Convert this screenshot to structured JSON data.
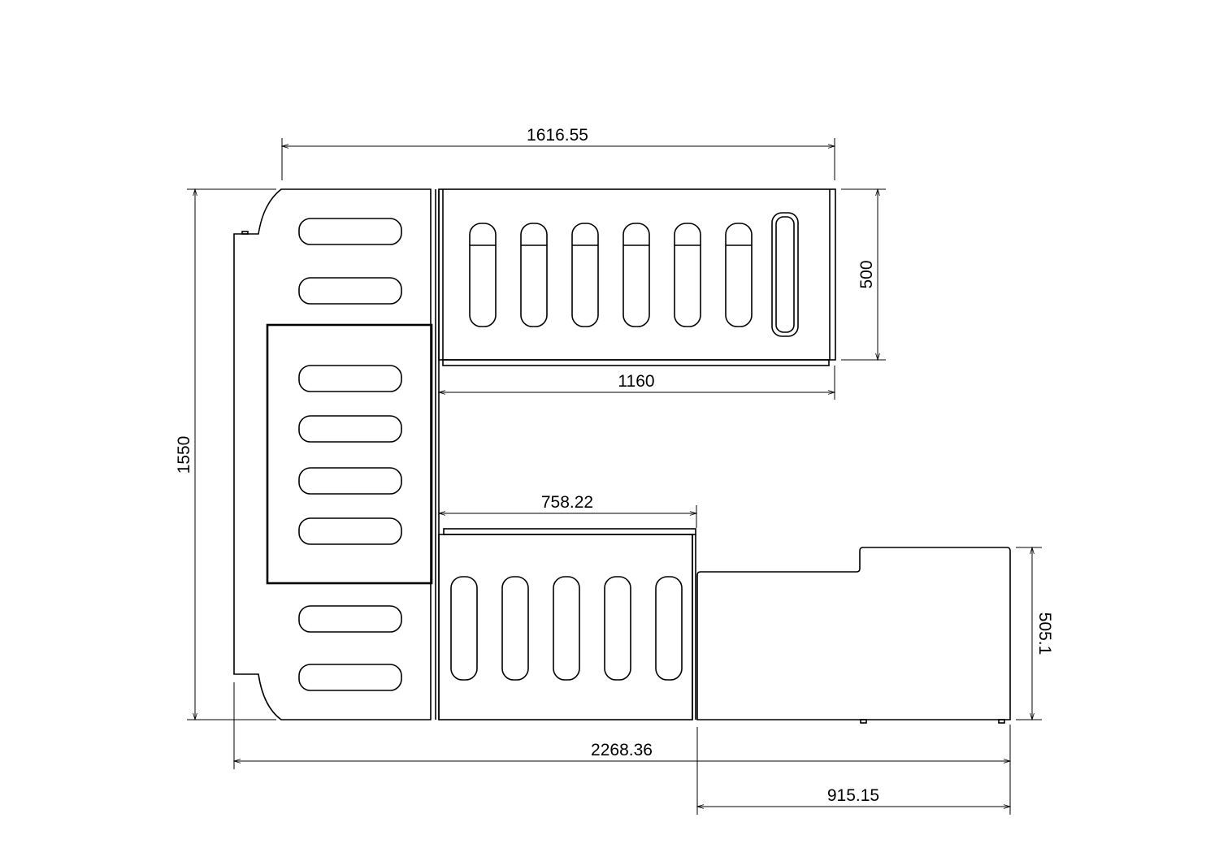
{
  "drawing": {
    "units": "mm",
    "stroke_color": "#000000",
    "background_color": "#ffffff",
    "dimensions": {
      "top_overall": "1616.55",
      "top_panel_width": "1160",
      "top_panel_depth": "500",
      "overall_height": "1550",
      "bottom_panel_width": "758.22",
      "right_panel_depth": "505.1",
      "overall_width": "2268.36",
      "right_panel_width": "915.15"
    }
  }
}
